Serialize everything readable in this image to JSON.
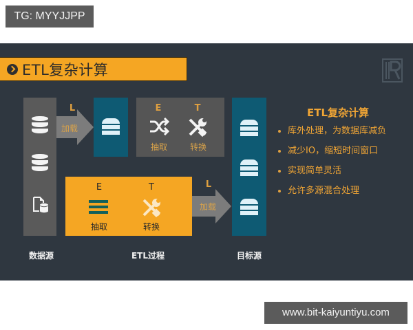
{
  "watermark_top": {
    "text": "TG: MYYJJPP"
  },
  "watermark_bottom": {
    "text": "www.bit-kaiyuntiyu.com"
  },
  "slide": {
    "header": {
      "title": "ETL复杂计算",
      "icon": "chevron-circle-icon"
    },
    "logo": {
      "icon": "r-logo-icon"
    },
    "diagram": {
      "data_source": {
        "label": "数据源",
        "icons": [
          "database-icon",
          "database-icon",
          "file-database-icon"
        ]
      },
      "load_arrow_top": {
        "letter": "L",
        "label": "加载"
      },
      "staging_db": {
        "icon": "database-stack-icon"
      },
      "etl_grey": {
        "extract": {
          "letter": "E",
          "label": "抽取",
          "icon": "shuffle-icon"
        },
        "transform": {
          "letter": "T",
          "label": "转换",
          "icon": "tools-icon"
        }
      },
      "etl_orange": {
        "extract": {
          "letter": "E",
          "label": "抽取",
          "icon": "list-lines-icon"
        },
        "transform": {
          "letter": "T",
          "label": "转换",
          "icon": "tools-icon"
        }
      },
      "etl_label": "ETL过程",
      "load_arrow_bottom": {
        "letter": "L",
        "label": "加载"
      },
      "target": {
        "label": "目标源",
        "icons": [
          "database-stack-icon",
          "database-stack-icon",
          "database-stack-icon"
        ]
      }
    },
    "summary": {
      "title": "ETL复杂计算",
      "bullets": [
        "库外处理，为数据库减负",
        "减少IO，缩短时间窗口",
        "实现简单灵活",
        "允许多源混合处理"
      ]
    },
    "colors": {
      "background": "#2f3740",
      "accent_orange": "#f5a623",
      "teal": "#0e5a73",
      "grey_box": "#5a5a5a",
      "text_gold": "#f0a535"
    }
  }
}
